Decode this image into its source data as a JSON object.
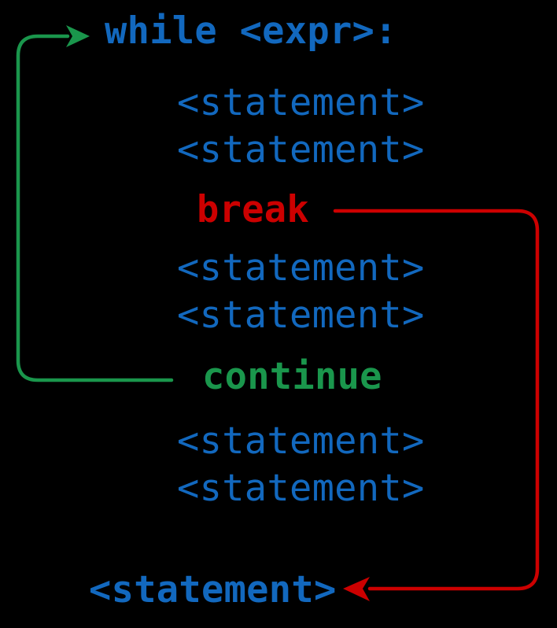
{
  "canvas": {
    "background": "#000000"
  },
  "colors": {
    "keyword_blue": "#1268BE",
    "break_red": "#CC0000",
    "continue_green": "#1A964C"
  },
  "code": {
    "while_line": "while <expr>:",
    "statement": "<statement>",
    "break_label": "break",
    "continue_label": "continue",
    "final_statement": "<statement>"
  },
  "arrows": {
    "continue_arrow": "loop back from continue to while header",
    "break_arrow": "exit from break to statement after loop"
  }
}
